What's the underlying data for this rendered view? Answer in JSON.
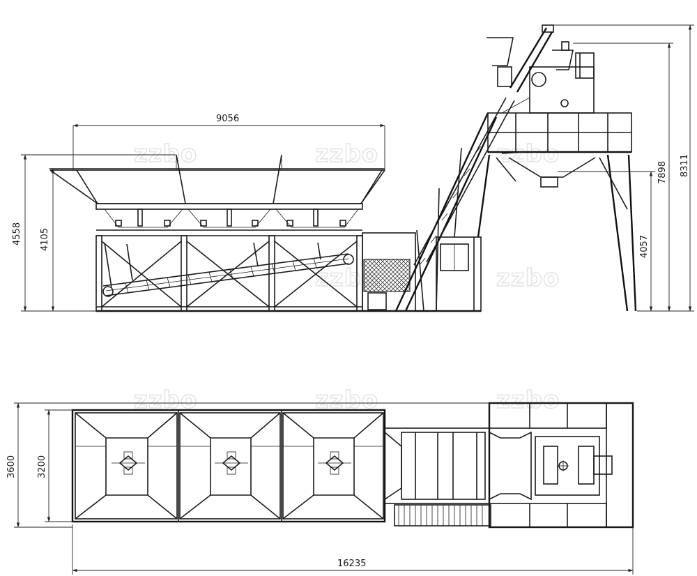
{
  "watermark": "zzbo",
  "side_view": {
    "dimensions": {
      "bin_length": "9056",
      "bin_height_total": "4558",
      "bin_height": "4105",
      "platform_height": "7898",
      "total_height": "8311",
      "discharge_height": "4057"
    }
  },
  "plan_view": {
    "dimensions": {
      "total_width": "3600",
      "bin_width": "3200",
      "total_length": "16235"
    }
  }
}
